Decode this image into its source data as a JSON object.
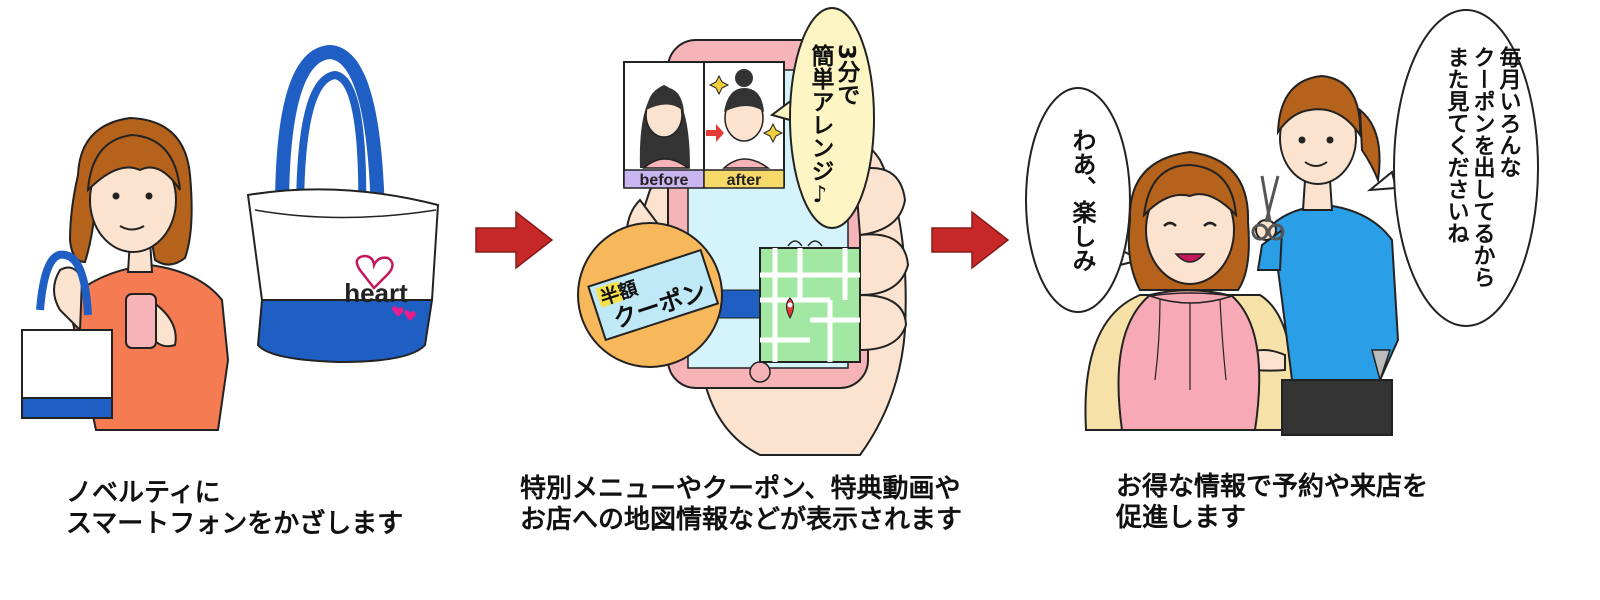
{
  "panels": [
    {
      "caption_lines": [
        "ノベルティに",
        "スマートフォンをかざします"
      ],
      "bag_logo": "heart"
    },
    {
      "caption_lines": [
        "特別メニューやクーポン、特典動画や",
        "お店への地図情報などが表示されます"
      ],
      "before_label": "before",
      "after_label": "after",
      "bubble_lines": [
        "3分で",
        "簡単アレンジ♪"
      ],
      "coupon_lines": [
        "半額",
        "クーポン"
      ]
    },
    {
      "caption_lines": [
        "お得な情報で予約や来店を",
        "促進します"
      ],
      "customer_bubble_lines": [
        "わあ、楽しみ"
      ],
      "stylist_bubble_lines": [
        "毎月いろんな",
        "クーポンを出してるから",
        "また見てくださいね"
      ]
    }
  ],
  "colors": {
    "arrow": "#c62828",
    "bag_blue": "#1f5fc4",
    "shirt_orange": "#f47b52",
    "hair_brown": "#b5621c",
    "phone_pink": "#f6b3b8",
    "hand_skin": "#fbe3cf",
    "coupon_orange": "#f7b85c",
    "coupon_ticket": "#bfe9f7",
    "map_green": "#a3e8a2",
    "bubble_yellow": "#fdf6c4",
    "stylist_shirt": "#2a9fe8",
    "cape_pink": "#f8a9b6",
    "chair_cream": "#f6e2a8"
  }
}
